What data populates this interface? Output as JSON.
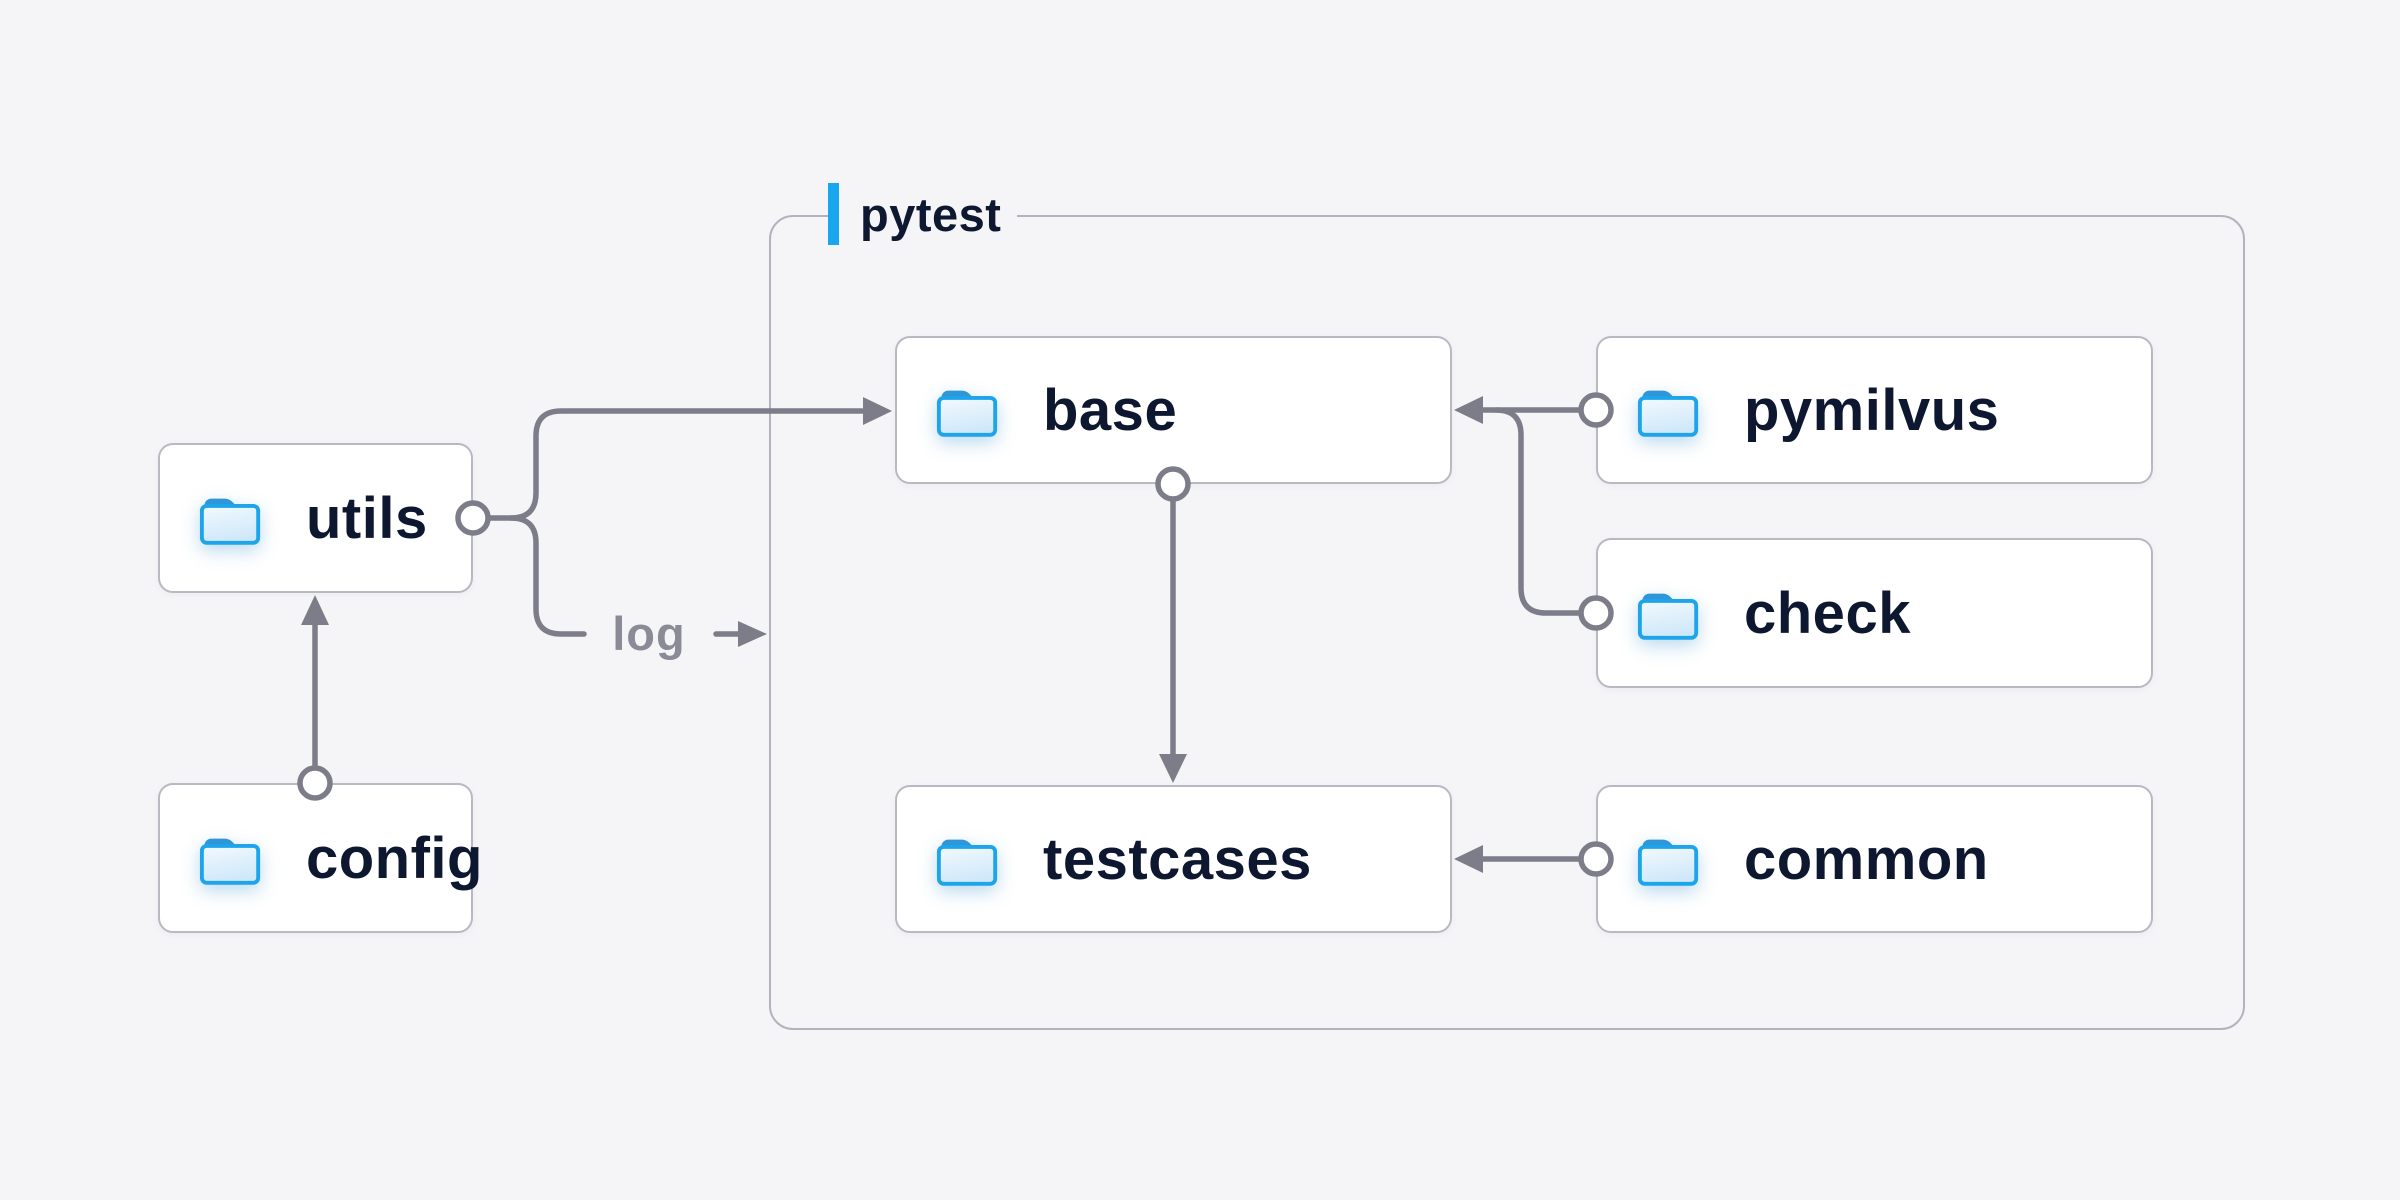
{
  "page": {
    "background_color": "#f5f5f7"
  },
  "diagram": {
    "container": {
      "label": "pytest",
      "accent_bar_color": "#18a6ef",
      "border_color": "#b2b3bf"
    },
    "log_label": "log",
    "nodes": {
      "utils": {
        "label": "utils",
        "icon": "folder-icon"
      },
      "config": {
        "label": "config",
        "icon": "folder-icon"
      },
      "base": {
        "label": "base",
        "icon": "folder-icon"
      },
      "pymilvus": {
        "label": "pymilvus",
        "icon": "folder-icon"
      },
      "check": {
        "label": "check",
        "icon": "folder-icon"
      },
      "testcases": {
        "label": "testcases",
        "icon": "folder-icon"
      },
      "common": {
        "label": "common",
        "icon": "folder-icon"
      }
    },
    "edges": [
      {
        "from": "config",
        "to": "utils"
      },
      {
        "from": "utils",
        "to": "base"
      },
      {
        "from": "utils",
        "to": "log"
      },
      {
        "from": "pymilvus",
        "to": "base"
      },
      {
        "from": "check",
        "to": "base"
      },
      {
        "from": "base",
        "to": "testcases"
      },
      {
        "from": "common",
        "to": "testcases"
      }
    ],
    "colors": {
      "node_background": "#ffffff",
      "node_border": "#b8b9c3",
      "node_text": "#0d1830",
      "connector": "#7d7d8a",
      "log_text": "#8b8b97",
      "folder_border": "#1ea4ea",
      "folder_tab": "#2f97d7",
      "folder_fill_top": "#f2f9fe",
      "folder_fill_bottom": "#cfe8f9"
    }
  }
}
